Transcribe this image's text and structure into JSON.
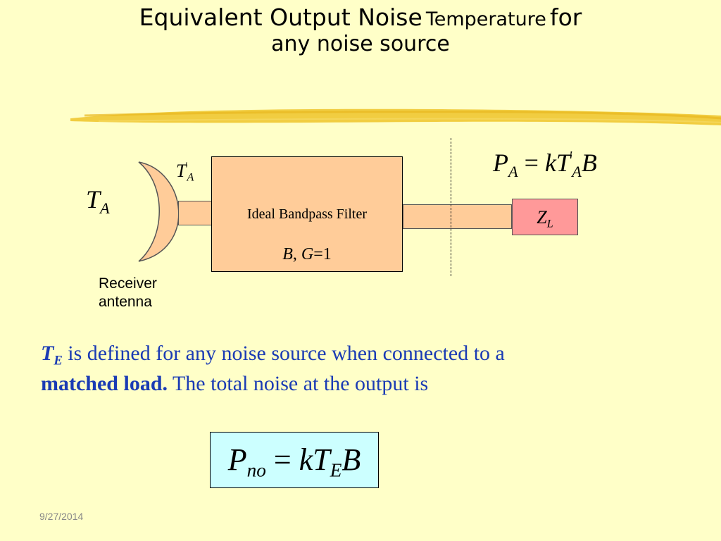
{
  "title": {
    "part1": "Equivalent Output Noise",
    "part2": "Temperature",
    "part3": "for",
    "line2": "any noise source"
  },
  "diagram": {
    "source_temp": {
      "var": "T",
      "sub": "A"
    },
    "antenna_temp": {
      "var": "T",
      "sub": "A",
      "prime": "'"
    },
    "filter_label": "Ideal Bandpass Filter",
    "filter_params": {
      "b": "B",
      "sep": ", ",
      "g": "G",
      "eq": "=1"
    },
    "load": {
      "var": "Z",
      "sub": "L"
    },
    "antenna_label_line1": "Receiver",
    "antenna_label_line2": "antenna",
    "power_eq": {
      "lhs": "P",
      "lhs_sub": "A",
      "eq": " = ",
      "k": "k",
      "t": "T",
      "t_sub": "A",
      "prime": "'",
      "b": "B"
    }
  },
  "body": {
    "te_var": "T",
    "te_sub": "E",
    "text1": " is defined for any noise source when connected to a",
    "bold": "matched load.",
    "text2": "  The total noise at the output is"
  },
  "formula": {
    "lhs": "P",
    "lhs_sub": "no",
    "eq": " = ",
    "k": "k",
    "t": "T",
    "t_sub": "E",
    "b": "B"
  },
  "footer": {
    "date": "9/27/2014"
  },
  "colors": {
    "background": "#ffffc8",
    "body_text": "#1a3bb4",
    "filter_fill": "#ffcc99",
    "load_fill": "#ff9999",
    "formula_fill": "#ccffff",
    "brush": "#f0c832"
  }
}
